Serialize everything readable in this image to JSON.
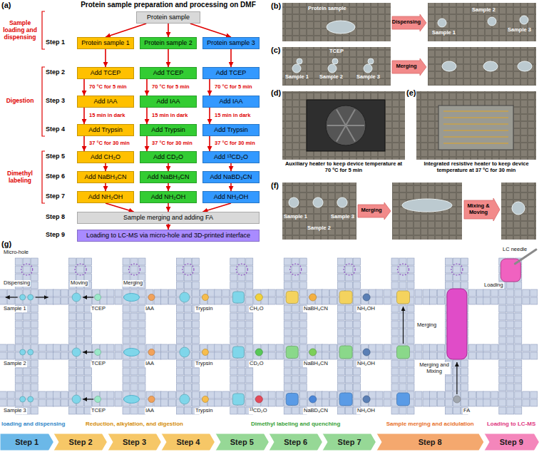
{
  "diagram": {
    "title": "Protein sample preparation and processing on DMF",
    "nodes": [
      {
        "text": [
          "Protein sample"
        ]
      },
      {
        "text": [
          "Protein sample 1"
        ]
      },
      {
        "text": [
          "Protein sample 2"
        ]
      },
      {
        "text": [
          "Protein sample 3"
        ]
      },
      {
        "text": [
          "Add TCEP"
        ]
      },
      {
        "text": [
          "Add TCEP"
        ]
      },
      {
        "text": [
          "Add TCEP"
        ]
      },
      {
        "text": [
          "Add IAA"
        ]
      },
      {
        "text": [
          "Add IAA"
        ]
      },
      {
        "text": [
          "Add IAA"
        ]
      },
      {
        "text": [
          "Add Trypsin"
        ]
      },
      {
        "text": [
          "Add Trypsin"
        ]
      },
      {
        "text": [
          "Add Trypsin"
        ]
      },
      {
        "text": [
          "Add CH₂O"
        ]
      },
      {
        "text": [
          "Add CD₂O"
        ]
      },
      {
        "text": [
          "Add ¹³CD₂O"
        ]
      },
      {
        "text": [
          "Add NaBH₃CN"
        ]
      },
      {
        "text": [
          "Add NaBH₃CN"
        ]
      },
      {
        "text": [
          "Add NaBD₃CN"
        ]
      },
      {
        "text": [
          "Add NH₂OH"
        ]
      },
      {
        "text": [
          "Add NH₂OH"
        ]
      },
      {
        "text": [
          "Add NH₂OH"
        ]
      },
      {
        "text": [
          "Sample merging and adding FA"
        ]
      },
      {
        "text": [
          "Loading to LC-MS via micro-hole and 3D-printed interface"
        ]
      },
      {
        "text": [
          "Step 1"
        ]
      },
      {
        "text": [
          "Step 2"
        ]
      },
      {
        "text": [
          "Step 3"
        ]
      },
      {
        "text": [
          "Step 4"
        ]
      },
      {
        "text": [
          "Step 5"
        ]
      },
      {
        "text": [
          "Step 6"
        ]
      },
      {
        "text": [
          "Step 7"
        ]
      },
      {
        "text": [
          "Step 8"
        ]
      },
      {
        "text": [
          "Step 9"
        ]
      }
    ],
    "edges": [
      {
        "from": 0,
        "to": 1,
        "arrow": "to"
      },
      {
        "from": 0,
        "to": 2,
        "arrow": "to"
      },
      {
        "from": 0,
        "to": 3,
        "arrow": "to"
      },
      {
        "from": 1,
        "to": 4,
        "arrow": "to"
      },
      {
        "from": 2,
        "to": 5,
        "arrow": "to"
      },
      {
        "from": 3,
        "to": 6,
        "arrow": "to"
      },
      {
        "from": 4,
        "to": 7,
        "label": "70 °C for 5 min",
        "arrow": "to"
      },
      {
        "from": 5,
        "to": 8,
        "label": "70 °C for 5 min",
        "arrow": "to"
      },
      {
        "from": 6,
        "to": 9,
        "label": "70 °C for 5 min",
        "arrow": "to"
      },
      {
        "from": 7,
        "to": 10,
        "label": "15 min in dark",
        "arrow": "to"
      },
      {
        "from": 8,
        "to": 11,
        "label": "15 min in dark",
        "arrow": "to"
      },
      {
        "from": 9,
        "to": 12,
        "label": "15 min in dark",
        "arrow": "to"
      },
      {
        "from": 10,
        "to": 13,
        "label": "37 °C for 30 min",
        "arrow": "to"
      },
      {
        "from": 11,
        "to": 14,
        "label": "37 °C for 30 min",
        "arrow": "to"
      },
      {
        "from": 12,
        "to": 15,
        "label": "37 °C for 30 min",
        "arrow": "to"
      },
      {
        "from": 13,
        "to": 16,
        "arrow": "to"
      },
      {
        "from": 14,
        "to": 17,
        "arrow": "to"
      },
      {
        "from": 15,
        "to": 18,
        "arrow": "to"
      },
      {
        "from": 16,
        "to": 19,
        "arrow": "to"
      },
      {
        "from": 17,
        "to": 20,
        "arrow": "to"
      },
      {
        "from": 18,
        "to": 21,
        "arrow": "to"
      },
      {
        "from": 19,
        "to": 22,
        "arrow": "to"
      },
      {
        "from": 20,
        "to": 22,
        "arrow": "to"
      },
      {
        "from": 21,
        "to": 22,
        "arrow": "to"
      },
      {
        "from": 22,
        "to": 23,
        "arrow": "to"
      }
    ],
    "labels": [
      "(a)",
      "Sample loading and dispensing",
      "Step 1",
      "Digestion",
      "Step 2",
      "Step 3",
      "Step 4",
      "Dimethyl labeling",
      "Step 5",
      "Step 6",
      "Step 7",
      "Step 8",
      "Step 9",
      "(b)",
      "Protein sample",
      "Dispensing",
      "Sample 1",
      "Sample 2",
      "Sample 3",
      "(c)",
      "TCEP",
      "Sample 1",
      "Sample 2",
      "Sample 3",
      "Merging",
      "(d)",
      "Auxiliary heater to keep device temperature at 70 ºC for 5 min",
      "(e)",
      "Integrated resistive heater to keep device temperature at 37 ºC for 30 min",
      "(f)",
      "Sample 1",
      "Sample 2",
      "Sample 3",
      "Merging",
      "Mixing & Moving",
      "(g)",
      "Micro-hole",
      "Dispensing",
      "Sample 1",
      "Sample 2",
      "Sample 3",
      "Moving",
      "TCEP",
      "TCEP",
      "TCEP",
      "Merging",
      "IAA",
      "IAA",
      "IAA",
      "Trypsin",
      "Trypsin",
      "Trypsin",
      "CH₂O",
      "CD₂O",
      "¹³CD₂O",
      "NaBH₃CN",
      "NaBH₃CN",
      "NaBD₃CN",
      "NH₂OH",
      "NH₂OH",
      "NH₂OH",
      "Merging",
      "Merging and Mixing",
      "FA",
      "LC needle",
      "Loading",
      "loading and dispensing",
      "Reduction, alkylation, and digestion",
      "Dimethyl labeling and quenching",
      "Sample merging and acidulation",
      "Loading to LC-MS"
    ]
  }
}
